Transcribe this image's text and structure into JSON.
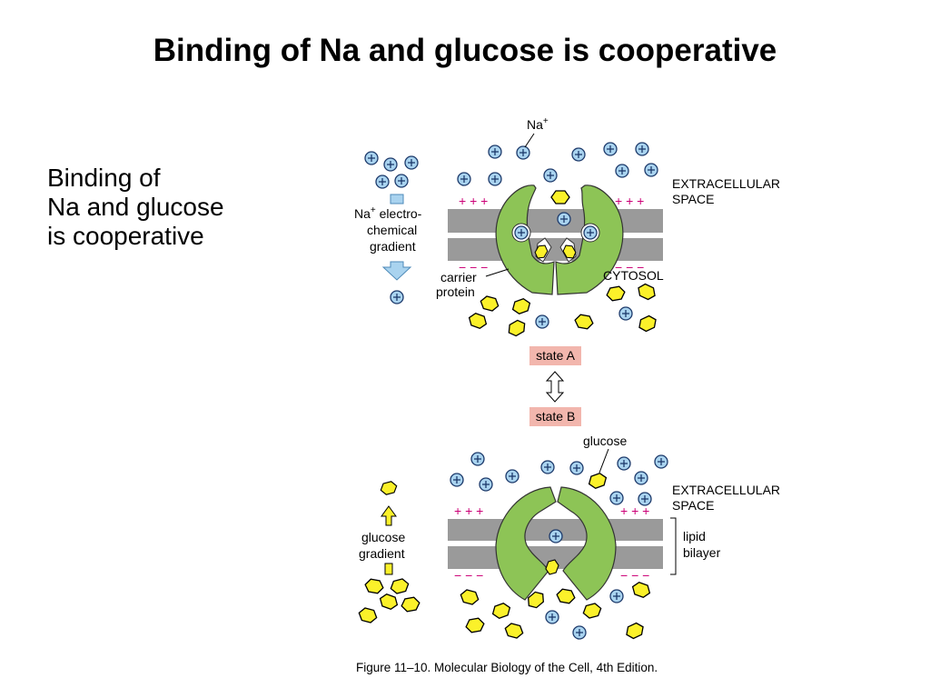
{
  "slide": {
    "title": "Binding of Na and glucose is cooperative",
    "body_lines": [
      "Binding of",
      "Na and glucose",
      "is cooperative"
    ]
  },
  "figure": {
    "top": {
      "na_label": "Na",
      "na_sup": "+",
      "extracellular_1": "EXTRACELLULAR",
      "extracellular_2": "SPACE",
      "gradient_na_1": "Na",
      "gradient_na_sup": "+",
      "gradient_na_1b": " electro-",
      "gradient_2": "chemical",
      "gradient_3": "gradient",
      "carrier_1": "carrier",
      "carrier_2": "protein",
      "cytosol": "CYTOSOL",
      "plus_marks": "+ + +",
      "minus_marks": "− − −"
    },
    "state_a": "state A",
    "state_b": "state B",
    "bottom": {
      "glucose_label": "glucose",
      "extracellular_1": "EXTRACELLULAR",
      "extracellular_2": "SPACE",
      "glucose_gradient_1": "glucose",
      "glucose_gradient_2": "gradient",
      "lipid_1": "lipid",
      "lipid_2": "bilayer",
      "plus_marks": "+ + +",
      "minus_marks": "− − −"
    },
    "caption": "Figure 11–10. Molecular Biology of the Cell, 4th Edition.",
    "colors": {
      "protein": "#8dc456",
      "membrane": "#9a9a9a",
      "sodium_fill": "#a9d3ef",
      "glucose_fill": "#fbf12a",
      "state_box": "#f2b6ad",
      "charge_marks": "#cc0077"
    }
  }
}
